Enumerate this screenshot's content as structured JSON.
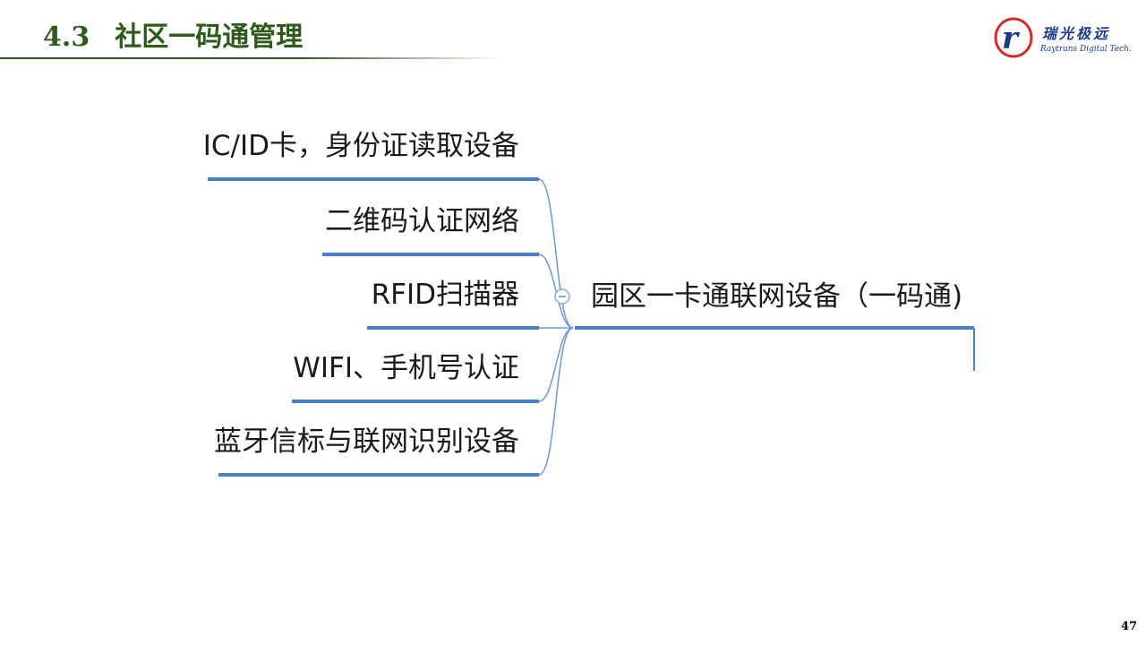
{
  "header": {
    "section_number": "4.3",
    "section_title": "社区一码通管理"
  },
  "logo": {
    "mark": "r",
    "cn_name": "瑞光极远",
    "en_name": "Raytrans Digital Tech."
  },
  "mindmap": {
    "root": {
      "label": "园区一卡通联网设备（一码通)"
    },
    "branches": [
      {
        "label": "IC/ID卡，身份证读取设备"
      },
      {
        "label": "二维码认证网络"
      },
      {
        "label": "RFID扫描器"
      },
      {
        "label": "WIFI、手机号认证"
      },
      {
        "label": "蓝牙信标与联网识别设备"
      }
    ]
  },
  "colors": {
    "title_green": "#2e5a1c",
    "branch_line": "#4a80c4",
    "connector": "#6a9ad6",
    "logo_red": "#d42a2a",
    "logo_blue": "#1b3a8c"
  },
  "footer": {
    "page_number": "47"
  }
}
